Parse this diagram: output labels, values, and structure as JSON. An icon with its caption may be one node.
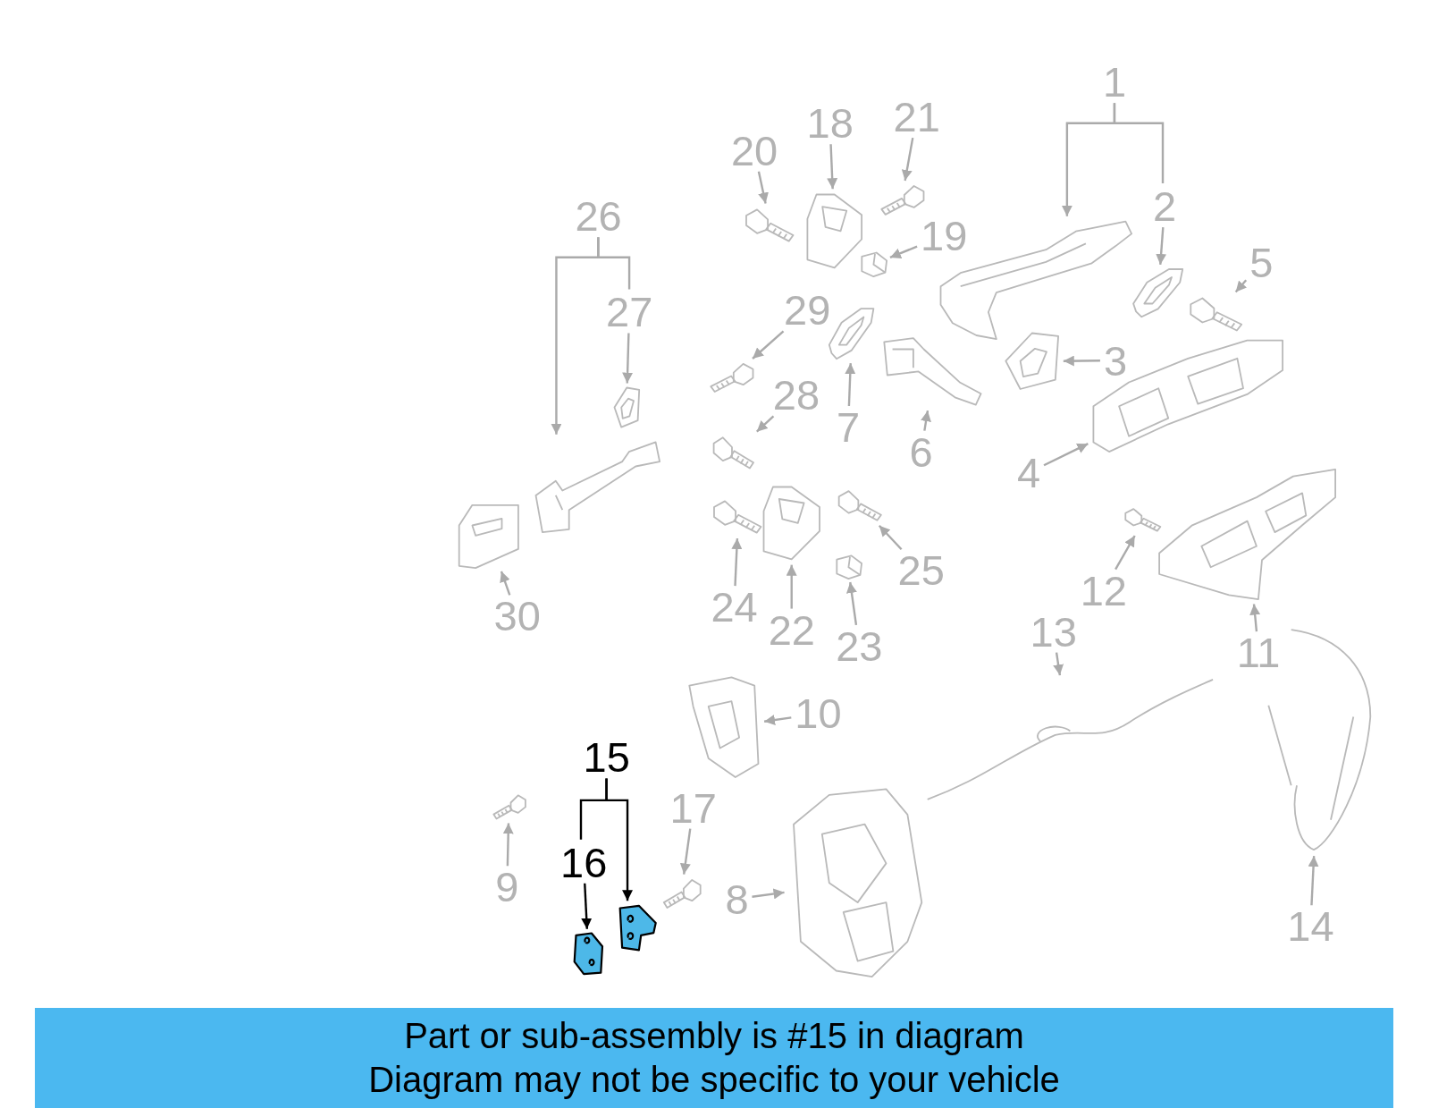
{
  "diagram": {
    "nodes": [
      {
        "text": [
          "1"
        ]
      },
      {
        "text": [
          "2"
        ]
      },
      {
        "text": [
          "3"
        ]
      },
      {
        "text": [
          "4"
        ]
      },
      {
        "text": [
          "5"
        ]
      },
      {
        "text": [
          "6"
        ]
      },
      {
        "text": [
          "7"
        ]
      },
      {
        "text": [
          "8"
        ]
      },
      {
        "text": [
          "9"
        ]
      },
      {
        "text": [
          "10"
        ]
      },
      {
        "text": [
          "11"
        ]
      },
      {
        "text": [
          "12"
        ]
      },
      {
        "text": [
          "13"
        ]
      },
      {
        "text": [
          "14"
        ]
      },
      {
        "text": [
          "15"
        ]
      },
      {
        "text": [
          "16"
        ]
      },
      {
        "text": [
          "17"
        ]
      },
      {
        "text": [
          "18"
        ]
      },
      {
        "text": [
          "19"
        ]
      },
      {
        "text": [
          "20"
        ]
      },
      {
        "text": [
          "21"
        ]
      },
      {
        "text": [
          "22"
        ]
      },
      {
        "text": [
          "23"
        ]
      },
      {
        "text": [
          "24"
        ]
      },
      {
        "text": [
          "25"
        ]
      },
      {
        "text": [
          "26"
        ]
      },
      {
        "text": [
          "27"
        ]
      },
      {
        "text": [
          "28"
        ]
      },
      {
        "text": [
          "29"
        ]
      },
      {
        "text": [
          "30"
        ]
      },
      {
        "text": [],
        "shape": "picture"
      },
      {
        "text": [],
        "shape": "picture"
      },
      {
        "text": [],
        "shape": "picture"
      },
      {
        "text": [],
        "shape": "picture"
      },
      {
        "text": [],
        "shape": "picture"
      },
      {
        "text": [],
        "shape": "picture"
      },
      {
        "text": [],
        "shape": "picture"
      },
      {
        "text": [],
        "shape": "picture"
      },
      {
        "text": [],
        "shape": "picture"
      },
      {
        "text": [],
        "shape": "picture"
      },
      {
        "text": [],
        "shape": "picture"
      },
      {
        "text": [],
        "shape": "picture"
      },
      {
        "text": [],
        "shape": "picture"
      },
      {
        "text": [],
        "shape": "picture"
      },
      {
        "text": [],
        "shape": "picture"
      },
      {
        "text": [],
        "shape": "picture"
      },
      {
        "text": [],
        "shape": "picture"
      },
      {
        "text": [],
        "shape": "picture"
      },
      {
        "text": [],
        "shape": "picture"
      },
      {
        "text": [],
        "shape": "picture"
      },
      {
        "text": [],
        "shape": "picture"
      },
      {
        "text": [],
        "shape": "picture"
      },
      {
        "text": [],
        "shape": "picture"
      },
      {
        "text": [],
        "shape": "picture"
      },
      {
        "text": [],
        "shape": "picture"
      },
      {
        "text": [],
        "shape": "picture"
      },
      {
        "text": [],
        "shape": "picture"
      },
      {
        "text": [],
        "shape": "picture"
      },
      {
        "text": [],
        "shape": "picture"
      },
      {
        "text": [],
        "shape": "picture"
      },
      {
        "text": [
          "Part or sub-assembly is #15 in diagram",
          "Diagram may not be specific to your vehicle"
        ]
      }
    ],
    "edges": [
      {
        "from": 0,
        "to": 30,
        "arrow": "to"
      },
      {
        "from": 0,
        "to": 1,
        "arrow": "none"
      },
      {
        "from": 1,
        "to": 31,
        "arrow": "to"
      },
      {
        "from": 2,
        "to": 32,
        "arrow": "to"
      },
      {
        "from": 3,
        "to": 33,
        "arrow": "to"
      },
      {
        "from": 4,
        "to": 34,
        "arrow": "to"
      },
      {
        "from": 5,
        "to": 35,
        "arrow": "to"
      },
      {
        "from": 6,
        "to": 36,
        "arrow": "to"
      },
      {
        "from": 7,
        "to": 37,
        "arrow": "to"
      },
      {
        "from": 8,
        "to": 38,
        "arrow": "to"
      },
      {
        "from": 9,
        "to": 39,
        "arrow": "to"
      },
      {
        "from": 10,
        "to": 40,
        "arrow": "to"
      },
      {
        "from": 11,
        "to": 41,
        "arrow": "to"
      },
      {
        "from": 12,
        "to": 42,
        "arrow": "to"
      },
      {
        "from": 13,
        "to": 43,
        "arrow": "to"
      },
      {
        "from": 14,
        "to": 44,
        "arrow": "to",
        "color": "#000000"
      },
      {
        "from": 14,
        "to": 15,
        "arrow": "none",
        "color": "#000000"
      },
      {
        "from": 15,
        "to": 45,
        "arrow": "to",
        "color": "#000000"
      },
      {
        "from": 16,
        "to": 46,
        "arrow": "to"
      },
      {
        "from": 17,
        "to": 47,
        "arrow": "to"
      },
      {
        "from": 18,
        "to": 48,
        "arrow": "to"
      },
      {
        "from": 19,
        "to": 49,
        "arrow": "to"
      },
      {
        "from": 20,
        "to": 50,
        "arrow": "to"
      },
      {
        "from": 21,
        "to": 51,
        "arrow": "to"
      },
      {
        "from": 22,
        "to": 52,
        "arrow": "to"
      },
      {
        "from": 23,
        "to": 53,
        "arrow": "to"
      },
      {
        "from": 24,
        "to": 54,
        "arrow": "to"
      },
      {
        "from": 25,
        "to": 55,
        "arrow": "to"
      },
      {
        "from": 25,
        "to": 26,
        "arrow": "none"
      },
      {
        "from": 26,
        "to": 56,
        "arrow": "to"
      },
      {
        "from": 27,
        "to": 57,
        "arrow": "to"
      },
      {
        "from": 28,
        "to": 58,
        "arrow": "to"
      },
      {
        "from": 29,
        "to": 59,
        "arrow": "to"
      }
    ]
  }
}
